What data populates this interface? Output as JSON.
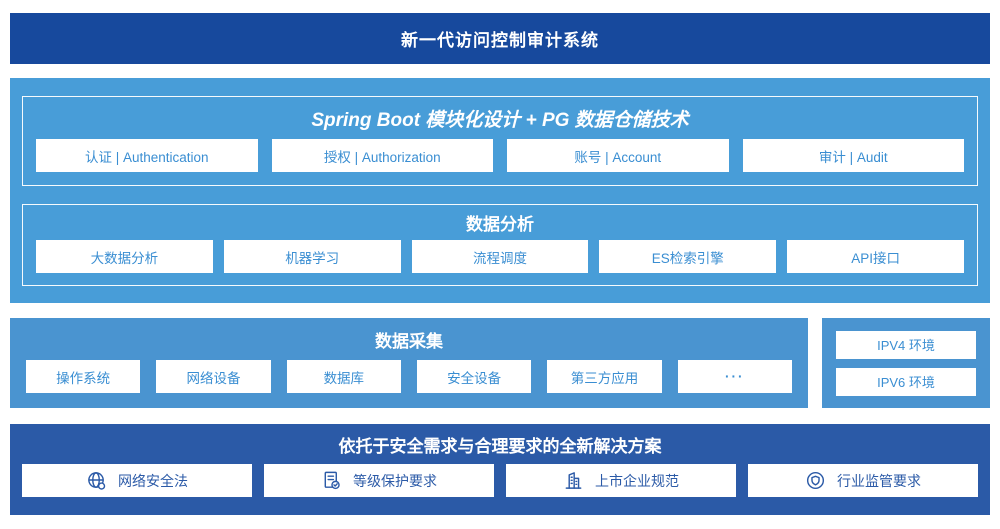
{
  "colors": {
    "banner_blue": "#17499D",
    "platform_blue": "#489DD8",
    "collect_blue": "#4A94D0",
    "solution_blue": "#2B5AA7",
    "box_text_blue": "#3A8ED2",
    "white": "#FFFFFF"
  },
  "header": {
    "title": "新一代访问控制审计系统"
  },
  "platform": {
    "modules_title": "Spring Boot 模块化设计 + PG 数据仓储技术",
    "modules": [
      "认证 | Authentication",
      "授权 | Authorization",
      "账号 | Account",
      "审计 | Audit"
    ],
    "analysis_title": "数据分析",
    "analysis": [
      "大数据分析",
      "机器学习",
      "流程调度",
      "ES检索引擎",
      "API接口"
    ]
  },
  "collection": {
    "title": "数据采集",
    "sources": [
      "操作系统",
      "网络设备",
      "数据库",
      "安全设备",
      "第三方应用",
      "···"
    ]
  },
  "environments": {
    "items": [
      "IPV4 环境",
      "IPV6 环境"
    ]
  },
  "solution": {
    "title": "依托于安全需求与合理要求的全新解决方案",
    "items": [
      {
        "icon": "globe-icon",
        "label": "网络安全法"
      },
      {
        "icon": "document-check-icon",
        "label": "等级保护要求"
      },
      {
        "icon": "building-icon",
        "label": "上市企业规范"
      },
      {
        "icon": "shield-circle-icon",
        "label": "行业监管要求"
      }
    ]
  }
}
